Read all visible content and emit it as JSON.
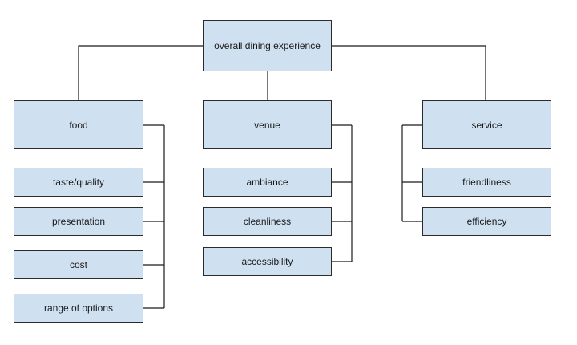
{
  "diagram": {
    "root": {
      "label": "overall dining experience"
    },
    "branches": [
      {
        "label": "food",
        "children": [
          "taste/quality",
          "presentation",
          "cost",
          "range of options"
        ]
      },
      {
        "label": "venue",
        "children": [
          "ambiance",
          "cleanliness",
          "accessibility"
        ]
      },
      {
        "label": "service",
        "children": [
          "friendliness",
          "efficiency"
        ]
      }
    ]
  },
  "colors": {
    "box_fill": "#cfe0f1",
    "line": "#1a1a1a"
  }
}
